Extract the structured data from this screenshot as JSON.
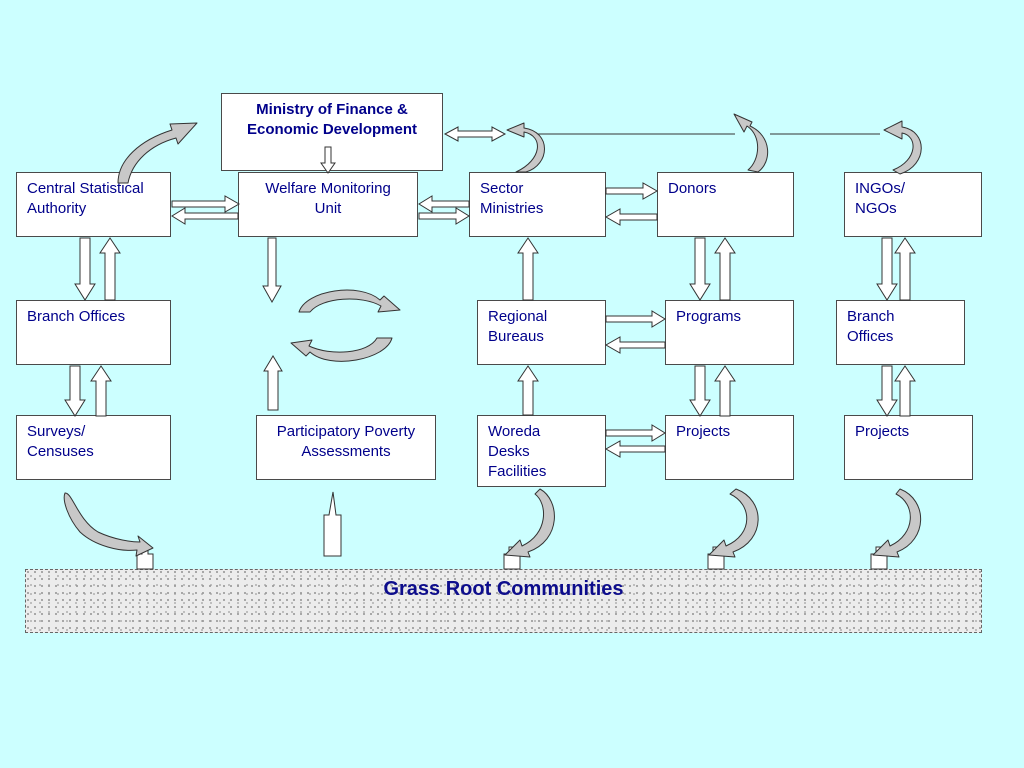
{
  "boxes": {
    "ministry": "Ministry of Finance &\nEconomic Development",
    "csa": "Central Statistical\nAuthority",
    "wmu": "Welfare Monitoring\nUnit",
    "sector": "Sector\nMinistries",
    "donors": "Donors",
    "ingos": "INGOs/\nNGOs",
    "branch1": "Branch Offices",
    "regional": "Regional\nBureaus",
    "programs": "Programs",
    "branch2": "Branch\nOffices",
    "surveys": "Surveys/\nCensuses",
    "ppa": "Participatory Poverty\nAssessments",
    "woreda": "Woreda\nDesks\nFacilities",
    "projects1": "Projects",
    "projects2": "Projects"
  },
  "grass_root": "Grass Root Communities",
  "colors": {
    "background": "#ccffff",
    "text": "#00008b",
    "curved_arrow_fill": "#c8c8c8"
  }
}
